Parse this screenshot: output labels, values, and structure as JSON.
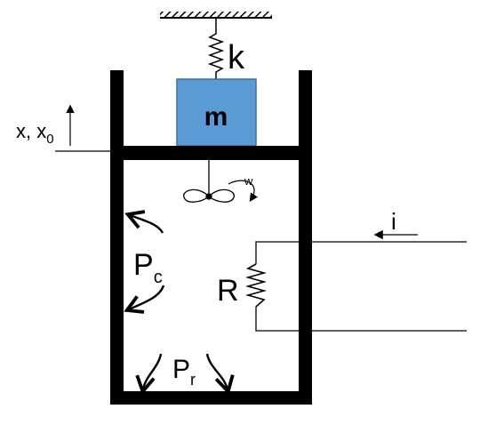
{
  "labels": {
    "spring": "k",
    "mass": "m",
    "displacement": "x, x",
    "displacement_sub": "0",
    "angular_speed": "w",
    "current": "i",
    "resistor": "R",
    "heat_wall": "P",
    "heat_wall_sub": "c",
    "heat_bottom": "P",
    "heat_bottom_sub": "r"
  },
  "colors": {
    "mass_fill": "#5b9bd5",
    "mass_border": "#41719c",
    "mass_text": "#ffffff",
    "stroke": "#000000"
  },
  "icons": [
    "ground-hatch-icon",
    "spring-icon",
    "stirrer-propeller-icon",
    "resistor-zigzag-icon",
    "heat-flow-arrow-icon"
  ]
}
